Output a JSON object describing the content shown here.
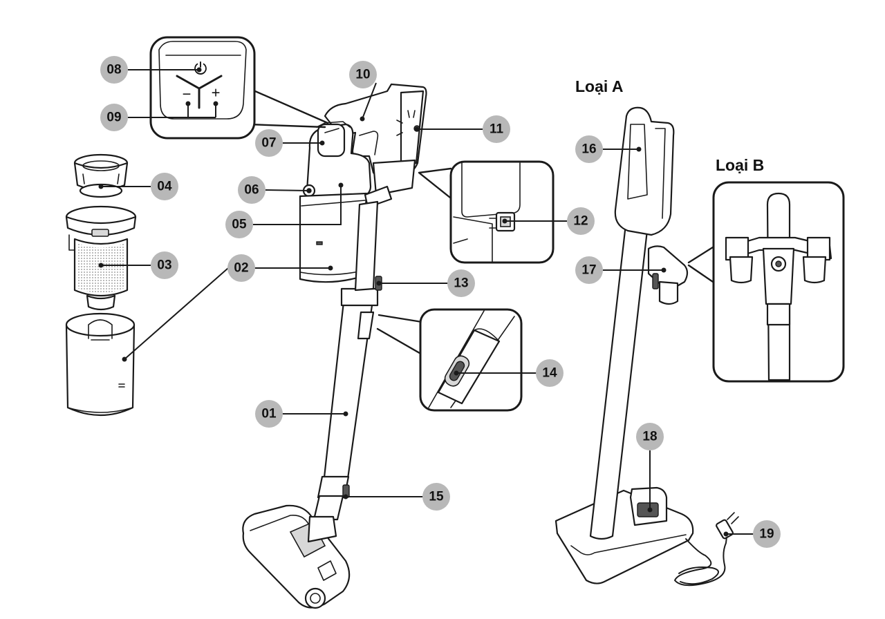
{
  "variants": {
    "a": "Loại A",
    "b": "Loại B"
  },
  "callouts": [
    {
      "id": "01",
      "label": "01"
    },
    {
      "id": "02",
      "label": "02"
    },
    {
      "id": "03",
      "label": "03"
    },
    {
      "id": "04",
      "label": "04"
    },
    {
      "id": "05",
      "label": "05"
    },
    {
      "id": "06",
      "label": "06"
    },
    {
      "id": "07",
      "label": "07"
    },
    {
      "id": "08",
      "label": "08"
    },
    {
      "id": "09",
      "label": "09"
    },
    {
      "id": "10",
      "label": "10"
    },
    {
      "id": "11",
      "label": "11"
    },
    {
      "id": "12",
      "label": "12"
    },
    {
      "id": "13",
      "label": "13"
    },
    {
      "id": "14",
      "label": "14"
    },
    {
      "id": "15",
      "label": "15"
    },
    {
      "id": "16",
      "label": "16"
    },
    {
      "id": "17",
      "label": "17"
    },
    {
      "id": "18",
      "label": "18"
    },
    {
      "id": "19",
      "label": "19"
    }
  ],
  "control_panel": {
    "power_symbol": "⏻",
    "minus_symbol": "−",
    "plus_symbol": "+"
  },
  "colors": {
    "callout_fill": "#b8b8b8",
    "line": "#1a1a1a"
  }
}
